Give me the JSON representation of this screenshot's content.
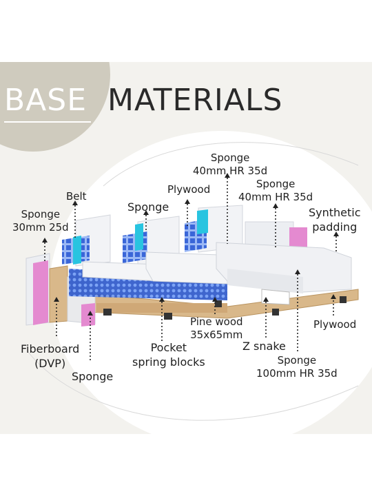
{
  "title": {
    "base": "BASE",
    "materials": "MATERIALS"
  },
  "labels": {
    "sponge_30": [
      "Sponge",
      "30mm 25d"
    ],
    "belt": "Belt",
    "sponge_mid": "Sponge",
    "plywood_top": "Plywood",
    "sponge_40_a": [
      "Sponge",
      "40mm HR 35d"
    ],
    "sponge_40_b": [
      "Sponge",
      "40mm HR 35d"
    ],
    "synthetic": [
      "Synthetic",
      "padding"
    ],
    "fiberboard": [
      "Fiberboard",
      "(DVP)"
    ],
    "sponge_bottom": "Sponge",
    "pocket": [
      "Pocket",
      "spring blocks"
    ],
    "pine": [
      "Pine wood",
      "35x65mm"
    ],
    "zsnake": "Z snake",
    "sponge_100": [
      "Sponge",
      "100mm HR 35d"
    ],
    "plywood_right": "Plywood"
  },
  "colors": {
    "beige_circle": "#cfcbbe",
    "foam": "#eceef2",
    "pink_foam": "#e48ad0",
    "wood": "#d9b88a",
    "springs": "#3b6fe0",
    "cyan_layer": "#28c4e0"
  }
}
